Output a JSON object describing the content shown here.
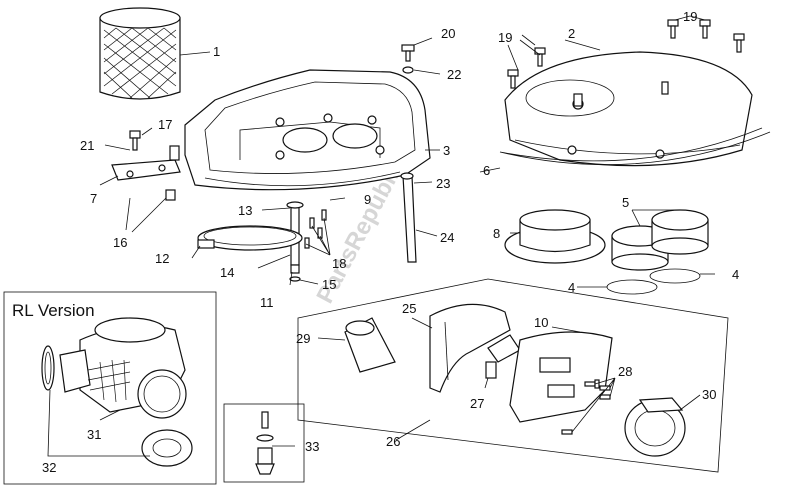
{
  "watermark": "PartsRepublik",
  "inset_title": "RL Version",
  "callouts": {
    "c1": "1",
    "c2": "2",
    "c3": "3",
    "c4a": "4",
    "c4b": "4",
    "c5": "5",
    "c6": "6",
    "c7": "7",
    "c8": "8",
    "c9": "9",
    "c10": "10",
    "c11": "11",
    "c12": "12",
    "c13": "13",
    "c14": "14",
    "c15": "15",
    "c16": "16",
    "c17": "17",
    "c18": "18",
    "c19a": "19",
    "c19b": "19",
    "c20": "20",
    "c21": "21",
    "c22": "22",
    "c23": "23",
    "c24": "24",
    "c25": "25",
    "c26": "26",
    "c27": "27",
    "c28": "28",
    "c29": "29",
    "c30": "30",
    "c31": "31",
    "c32": "32",
    "c33": "33"
  }
}
